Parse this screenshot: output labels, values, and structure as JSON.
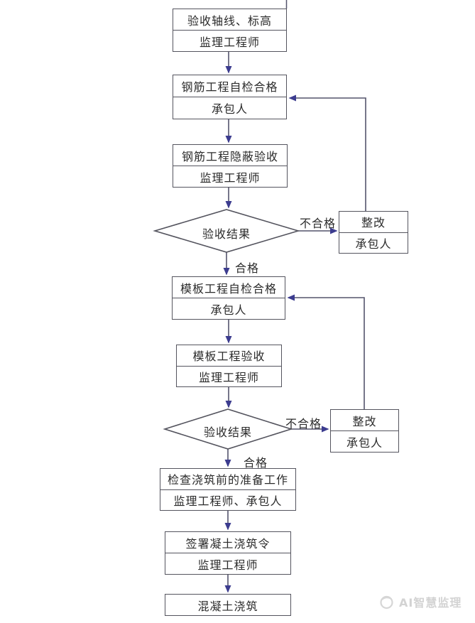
{
  "flowchart": {
    "steps": [
      {
        "title": "验收轴线、标高",
        "actor": "监理工程师"
      },
      {
        "title": "钢筋工程自检合格",
        "actor": "承包人"
      },
      {
        "title": "钢筋工程隐蔽验收",
        "actor": "监理工程师"
      },
      {
        "title": "模板工程自检合格",
        "actor": "承包人"
      },
      {
        "title": "模板工程验收",
        "actor": "监理工程师"
      },
      {
        "title": "检查浇筑前的准备工作",
        "actor": "监理工程师、承包人"
      },
      {
        "title": "签署凝土浇筑令",
        "actor": "监理工程师"
      },
      {
        "title": "混凝土浇筑"
      }
    ],
    "decisions": [
      {
        "label": "验收结果"
      },
      {
        "label": "验收结果"
      }
    ],
    "reworks": [
      {
        "title": "整改",
        "actor": "承包人"
      },
      {
        "title": "整改",
        "actor": "承包人"
      }
    ],
    "edge_labels": {
      "fail1": "不合格",
      "pass1": "合格",
      "fail2": "不合格",
      "pass2": "合格"
    }
  },
  "watermark": {
    "text": "AI智慧监理"
  },
  "colors": {
    "box_border": "#54545e",
    "line": "#54546c",
    "arrowhead": "#3c3c8f",
    "text": "#2b2b2b",
    "watermark_text": "#d3d3d3"
  }
}
